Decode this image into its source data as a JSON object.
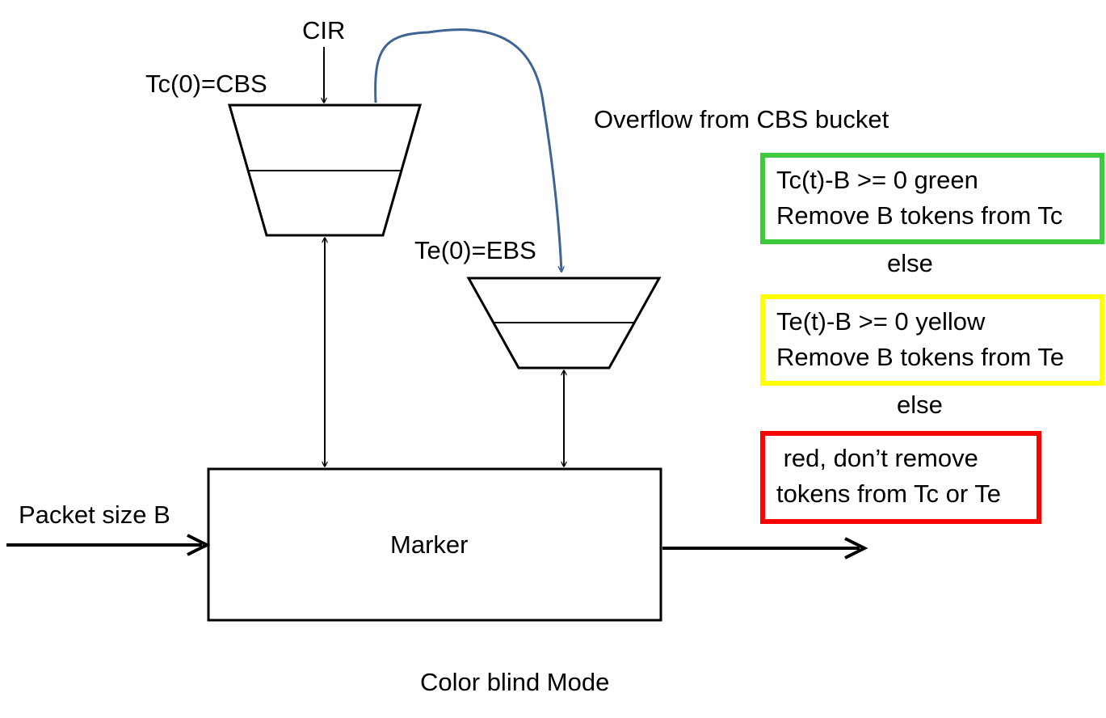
{
  "labels": {
    "cir": "CIR",
    "tc_init": "Tc(0)=CBS",
    "te_init": "Te(0)=EBS",
    "overflow": "Overflow from CBS bucket",
    "packet_size": "Packet size B",
    "marker": "Marker",
    "caption": "Color blind Mode"
  },
  "conditions": {
    "green": {
      "line1": "Tc(t)-B >= 0 green",
      "line2": "Remove B tokens from Tc",
      "border_color": "#3CCB3C"
    },
    "else1": "else",
    "yellow": {
      "line1": "Te(t)-B >= 0 yellow",
      "line2": "Remove B tokens from Te",
      "border_color": "#FFFF00"
    },
    "else2": "else",
    "red": {
      "line1": " red, don’t remove",
      "line2": "tokens from Tc or Te",
      "border_color": "#FF0000"
    }
  },
  "colors": {
    "overflow_curve": "#3F6394",
    "stroke": "#000000"
  }
}
